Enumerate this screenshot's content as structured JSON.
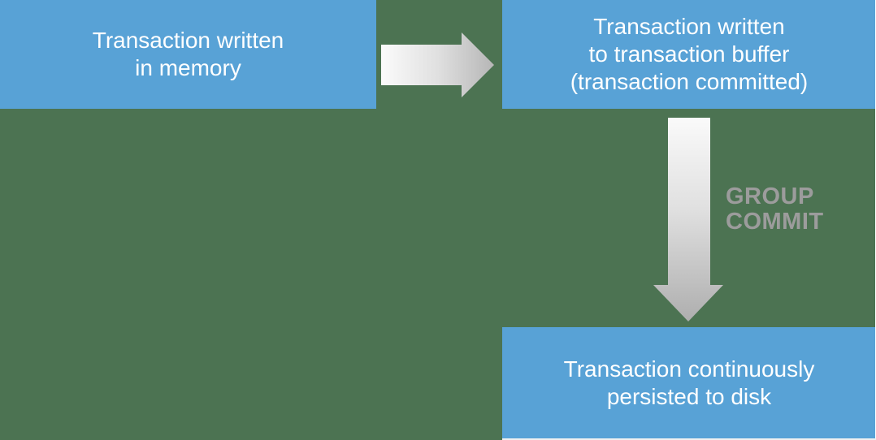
{
  "diagram": {
    "nodes": {
      "memory": {
        "text": "Transaction written\nin memory"
      },
      "buffer": {
        "text": "Transaction written\nto transaction buffer\n(transaction committed)"
      },
      "disk": {
        "text": "Transaction continuously\npersisted to disk"
      }
    },
    "edges": {
      "memory_to_buffer": {
        "label": ""
      },
      "buffer_to_disk": {
        "label": "GROUP\nCOMMIT"
      }
    }
  },
  "colors": {
    "background_green": "#4c7352",
    "node_blue": "#58a2d6",
    "node_text_white": "#ffffff",
    "edge_label_gray": "#9c9c9c",
    "arrow_gradient_start": "#fbfbfb",
    "arrow_gradient_mid": "#e0e0e0",
    "arrow_gradient_end": "#aeaeae"
  }
}
